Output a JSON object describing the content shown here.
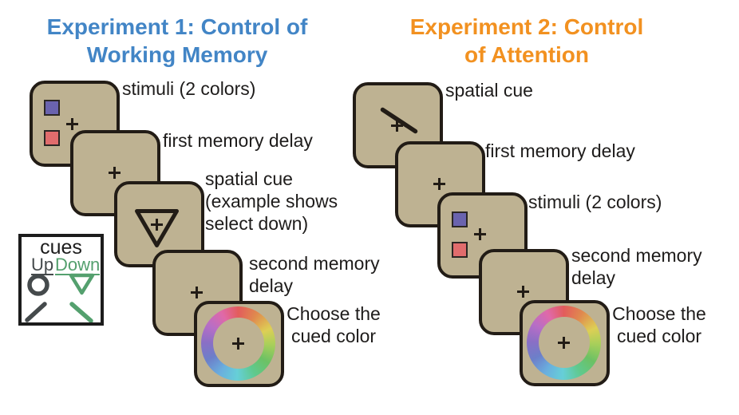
{
  "figure": {
    "description_visible_text_only": true
  },
  "experiment1": {
    "title_lines": [
      "Experiment 1: Control of",
      "Working Memory"
    ],
    "title_color": "#4285c6",
    "steps": [
      {
        "name": "stimuli",
        "label_lines": [
          "stimuli (2 colors)"
        ]
      },
      {
        "name": "first-memory-delay",
        "label_lines": [
          "first memory delay"
        ]
      },
      {
        "name": "spatial-cue",
        "label_lines": [
          "spatial cue",
          "(example shows",
          "select down)"
        ]
      },
      {
        "name": "second-memory-delay",
        "label_lines": [
          "second memory",
          "delay"
        ]
      },
      {
        "name": "choose-color",
        "label_lines": [
          "Choose the",
          "cued color"
        ]
      }
    ]
  },
  "experiment2": {
    "title_lines": [
      "Experiment 2: Control",
      "of Attention"
    ],
    "title_color": "#f29120",
    "steps": [
      {
        "name": "spatial-cue",
        "label_lines": [
          "spatial cue"
        ]
      },
      {
        "name": "first-memory-delay",
        "label_lines": [
          "first memory delay"
        ]
      },
      {
        "name": "stimuli",
        "label_lines": [
          "stimuli (2 colors)"
        ]
      },
      {
        "name": "second-memory-delay",
        "label_lines": [
          "second memory",
          "delay"
        ]
      },
      {
        "name": "choose-color",
        "label_lines": [
          "Choose the",
          "cued color"
        ]
      }
    ]
  },
  "cues_legend": {
    "title": "cues",
    "up_label": "Up",
    "down_label": "Down",
    "up_color": "#454a4c",
    "down_color": "#54a06e",
    "up_shapes": [
      "circle",
      "diagonal-line-up"
    ],
    "down_shapes": [
      "triangle-down",
      "diagonal-line-down"
    ]
  },
  "colors": {
    "card_background": "#beb292",
    "card_border": "#221c16",
    "stimulus_blue": "#6a63ae",
    "stimulus_red": "#e16c6d",
    "text": "#1e1c1b"
  }
}
